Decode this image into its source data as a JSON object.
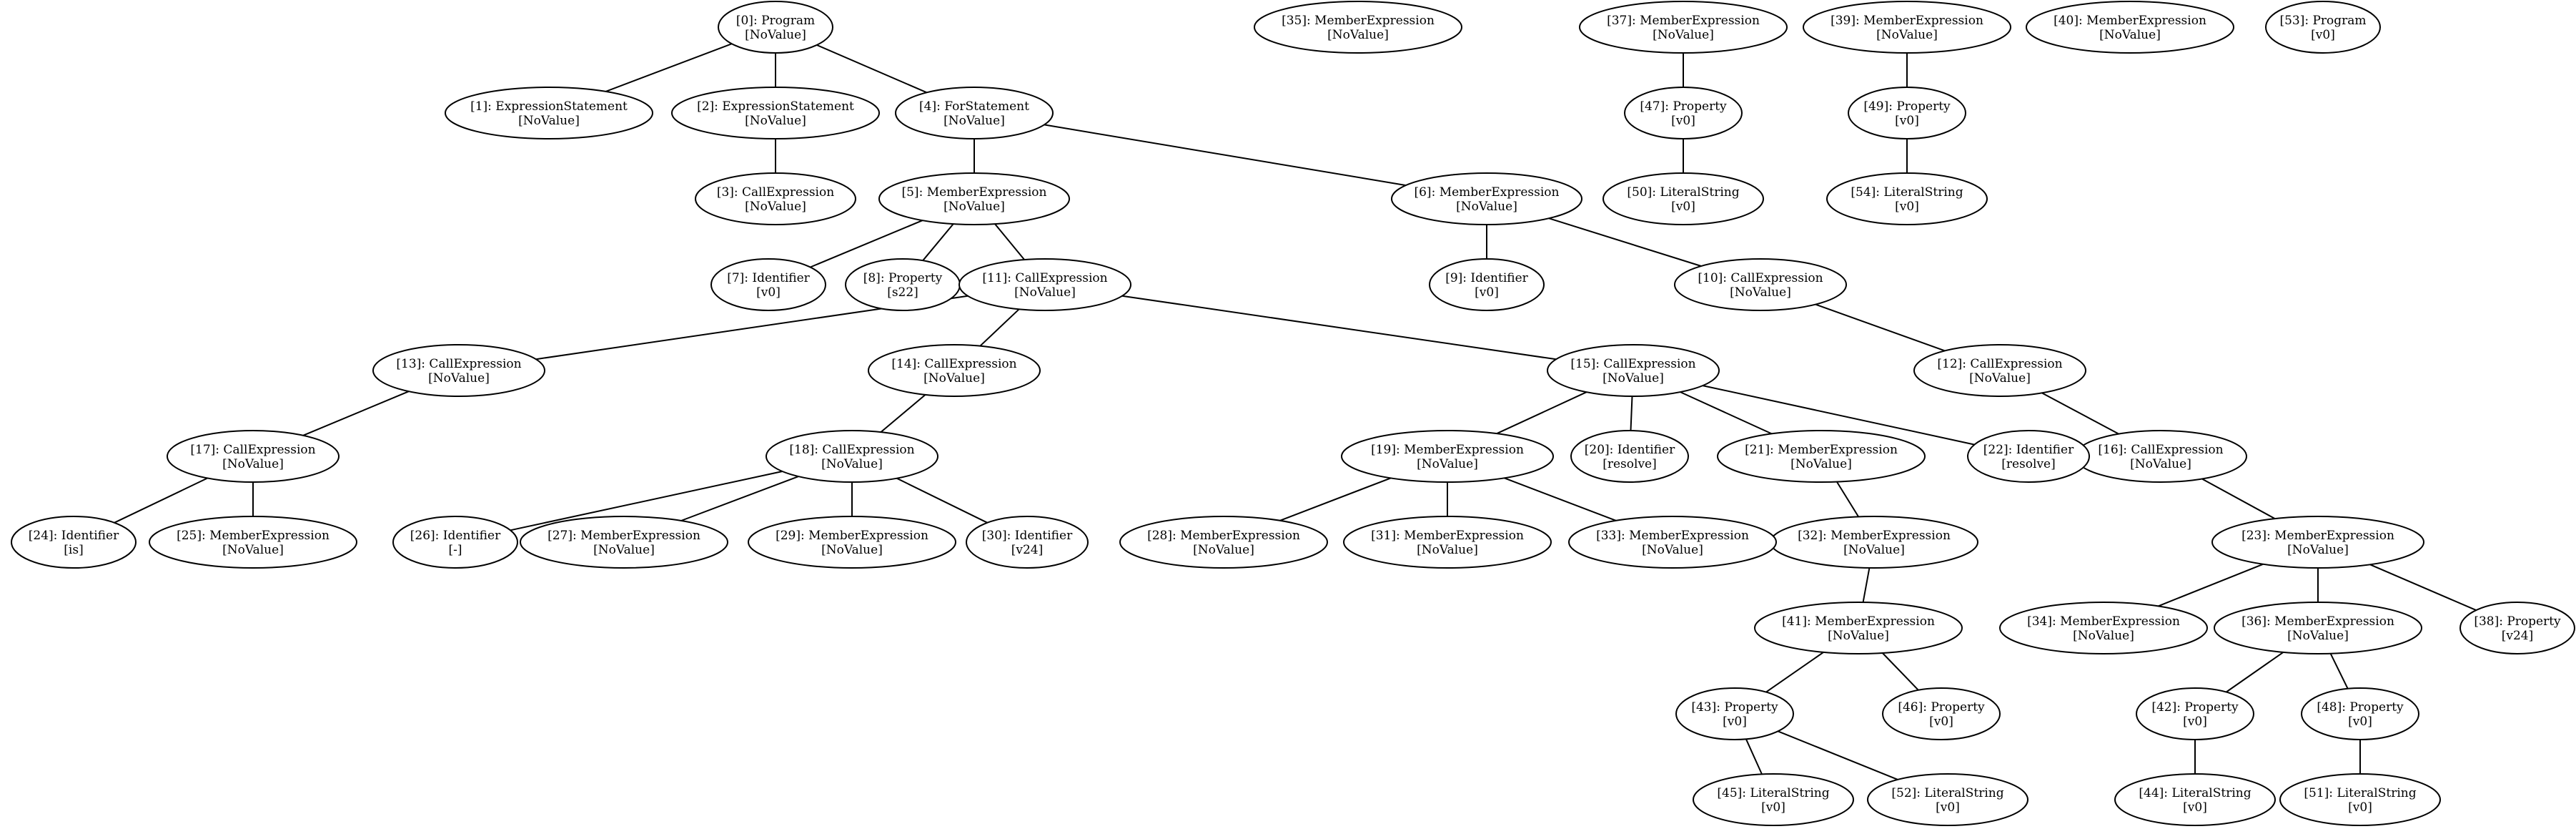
{
  "graph": {
    "nodes": [
      {
        "id": "0",
        "line1": "[0]: Program",
        "line2": "[NoValue]"
      },
      {
        "id": "1",
        "line1": "[1]: ExpressionStatement",
        "line2": "[NoValue]"
      },
      {
        "id": "2",
        "line1": "[2]: ExpressionStatement",
        "line2": "[NoValue]"
      },
      {
        "id": "3",
        "line1": "[3]: CallExpression",
        "line2": "[NoValue]"
      },
      {
        "id": "4",
        "line1": "[4]: ForStatement",
        "line2": "[NoValue]"
      },
      {
        "id": "5",
        "line1": "[5]: MemberExpression",
        "line2": "[NoValue]"
      },
      {
        "id": "6",
        "line1": "[6]: MemberExpression",
        "line2": "[NoValue]"
      },
      {
        "id": "7",
        "line1": "[7]: Identifier",
        "line2": "[v0]"
      },
      {
        "id": "8",
        "line1": "[8]: Property",
        "line2": "[s22]"
      },
      {
        "id": "9",
        "line1": "[9]: Identifier",
        "line2": "[v0]"
      },
      {
        "id": "10",
        "line1": "[10]: CallExpression",
        "line2": "[NoValue]"
      },
      {
        "id": "11",
        "line1": "[11]: CallExpression",
        "line2": "[NoValue]"
      },
      {
        "id": "12",
        "line1": "[12]: CallExpression",
        "line2": "[NoValue]"
      },
      {
        "id": "13",
        "line1": "[13]: CallExpression",
        "line2": "[NoValue]"
      },
      {
        "id": "14",
        "line1": "[14]: CallExpression",
        "line2": "[NoValue]"
      },
      {
        "id": "15",
        "line1": "[15]: CallExpression",
        "line2": "[NoValue]"
      },
      {
        "id": "16",
        "line1": "[16]: CallExpression",
        "line2": "[NoValue]"
      },
      {
        "id": "17",
        "line1": "[17]: CallExpression",
        "line2": "[NoValue]"
      },
      {
        "id": "18",
        "line1": "[18]: CallExpression",
        "line2": "[NoValue]"
      },
      {
        "id": "19",
        "line1": "[19]: MemberExpression",
        "line2": "[NoValue]"
      },
      {
        "id": "20",
        "line1": "[20]: Identifier",
        "line2": "[resolve]"
      },
      {
        "id": "21",
        "line1": "[21]: MemberExpression",
        "line2": "[NoValue]"
      },
      {
        "id": "22",
        "line1": "[22]: Identifier",
        "line2": "[resolve]"
      },
      {
        "id": "23",
        "line1": "[23]: MemberExpression",
        "line2": "[NoValue]"
      },
      {
        "id": "24",
        "line1": "[24]: Identifier",
        "line2": "[is]"
      },
      {
        "id": "25",
        "line1": "[25]: MemberExpression",
        "line2": "[NoValue]"
      },
      {
        "id": "26",
        "line1": "[26]: Identifier",
        "line2": "[-]"
      },
      {
        "id": "27",
        "line1": "[27]: MemberExpression",
        "line2": "[NoValue]"
      },
      {
        "id": "28",
        "line1": "[28]: MemberExpression",
        "line2": "[NoValue]"
      },
      {
        "id": "29",
        "line1": "[29]: MemberExpression",
        "line2": "[NoValue]"
      },
      {
        "id": "30",
        "line1": "[30]: Identifier",
        "line2": "[v24]"
      },
      {
        "id": "31",
        "line1": "[31]: MemberExpression",
        "line2": "[NoValue]"
      },
      {
        "id": "32",
        "line1": "[32]: MemberExpression",
        "line2": "[NoValue]"
      },
      {
        "id": "33",
        "line1": "[33]: MemberExpression",
        "line2": "[NoValue]"
      },
      {
        "id": "34",
        "line1": "[34]: MemberExpression",
        "line2": "[NoValue]"
      },
      {
        "id": "35",
        "line1": "[35]: MemberExpression",
        "line2": "[NoValue]"
      },
      {
        "id": "36",
        "line1": "[36]: MemberExpression",
        "line2": "[NoValue]"
      },
      {
        "id": "37",
        "line1": "[37]: MemberExpression",
        "line2": "[NoValue]"
      },
      {
        "id": "38",
        "line1": "[38]: Property",
        "line2": "[v24]"
      },
      {
        "id": "39",
        "line1": "[39]: MemberExpression",
        "line2": "[NoValue]"
      },
      {
        "id": "40",
        "line1": "[40]: MemberExpression",
        "line2": "[NoValue]"
      },
      {
        "id": "41",
        "line1": "[41]: MemberExpression",
        "line2": "[NoValue]"
      },
      {
        "id": "42",
        "line1": "[42]: Property",
        "line2": "[v0]"
      },
      {
        "id": "43",
        "line1": "[43]: Property",
        "line2": "[v0]"
      },
      {
        "id": "44",
        "line1": "[44]: LiteralString",
        "line2": "[v0]"
      },
      {
        "id": "45",
        "line1": "[45]: LiteralString",
        "line2": "[v0]"
      },
      {
        "id": "46",
        "line1": "[46]: Property",
        "line2": "[v0]"
      },
      {
        "id": "47",
        "line1": "[47]: Property",
        "line2": "[v0]"
      },
      {
        "id": "48",
        "line1": "[48]: Property",
        "line2": "[v0]"
      },
      {
        "id": "49",
        "line1": "[49]: Property",
        "line2": "[v0]"
      },
      {
        "id": "50",
        "line1": "[50]: LiteralString",
        "line2": "[v0]"
      },
      {
        "id": "51",
        "line1": "[51]: LiteralString",
        "line2": "[v0]"
      },
      {
        "id": "52",
        "line1": "[52]: LiteralString",
        "line2": "[v0]"
      },
      {
        "id": "53",
        "line1": "[53]: Program",
        "line2": "[v0]"
      },
      {
        "id": "54",
        "line1": "[54]: LiteralString",
        "line2": "[v0]"
      }
    ],
    "edges": [
      [
        "0",
        "1"
      ],
      [
        "0",
        "2"
      ],
      [
        "0",
        "4"
      ],
      [
        "2",
        "3"
      ],
      [
        "4",
        "5"
      ],
      [
        "4",
        "6"
      ],
      [
        "5",
        "7"
      ],
      [
        "5",
        "8"
      ],
      [
        "5",
        "11"
      ],
      [
        "6",
        "9"
      ],
      [
        "6",
        "10"
      ],
      [
        "10",
        "12"
      ],
      [
        "11",
        "13"
      ],
      [
        "11",
        "14"
      ],
      [
        "11",
        "15"
      ],
      [
        "12",
        "16"
      ],
      [
        "13",
        "17"
      ],
      [
        "14",
        "18"
      ],
      [
        "15",
        "19"
      ],
      [
        "15",
        "20"
      ],
      [
        "15",
        "21"
      ],
      [
        "15",
        "22"
      ],
      [
        "16",
        "23"
      ],
      [
        "17",
        "24"
      ],
      [
        "17",
        "25"
      ],
      [
        "18",
        "26"
      ],
      [
        "18",
        "27"
      ],
      [
        "18",
        "29"
      ],
      [
        "18",
        "30"
      ],
      [
        "19",
        "28"
      ],
      [
        "19",
        "31"
      ],
      [
        "19",
        "33"
      ],
      [
        "21",
        "32"
      ],
      [
        "23",
        "34"
      ],
      [
        "23",
        "36"
      ],
      [
        "23",
        "38"
      ],
      [
        "32",
        "41"
      ],
      [
        "36",
        "42"
      ],
      [
        "36",
        "48"
      ],
      [
        "37",
        "47"
      ],
      [
        "39",
        "49"
      ],
      [
        "41",
        "43"
      ],
      [
        "41",
        "46"
      ],
      [
        "42",
        "44"
      ],
      [
        "43",
        "45"
      ],
      [
        "43",
        "52"
      ],
      [
        "47",
        "50"
      ],
      [
        "48",
        "51"
      ],
      [
        "49",
        "54"
      ]
    ]
  }
}
